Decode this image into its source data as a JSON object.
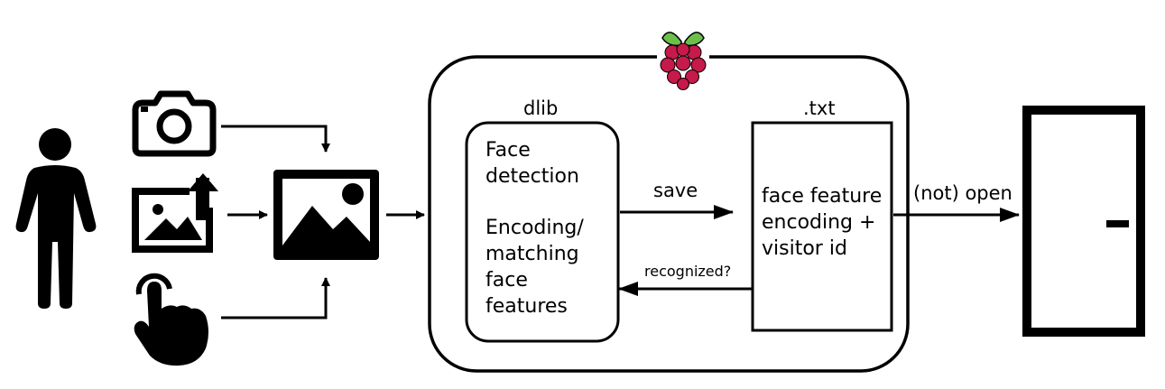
{
  "labels": {
    "dlib": "dlib",
    "txt": ".txt",
    "save": "save",
    "recognized": "recognized?",
    "open": "(not) open"
  },
  "dlib_box": {
    "line1": "Face",
    "line2": "detection",
    "line3": "Encoding/",
    "line4": "matching",
    "line5": "face",
    "line6": "features"
  },
  "txt_box": {
    "line1": "face feature",
    "line2": "encoding +",
    "line3": "visitor id"
  },
  "icons": [
    "person-icon",
    "camera-icon",
    "image-upload-icon",
    "touch-hand-icon",
    "image-icon",
    "raspberry-pi-icon",
    "door-icon"
  ],
  "colors": {
    "stroke": "#000000",
    "background": "#ffffff",
    "raspberry": "#c51a4a",
    "leaf": "#6cc04a"
  }
}
